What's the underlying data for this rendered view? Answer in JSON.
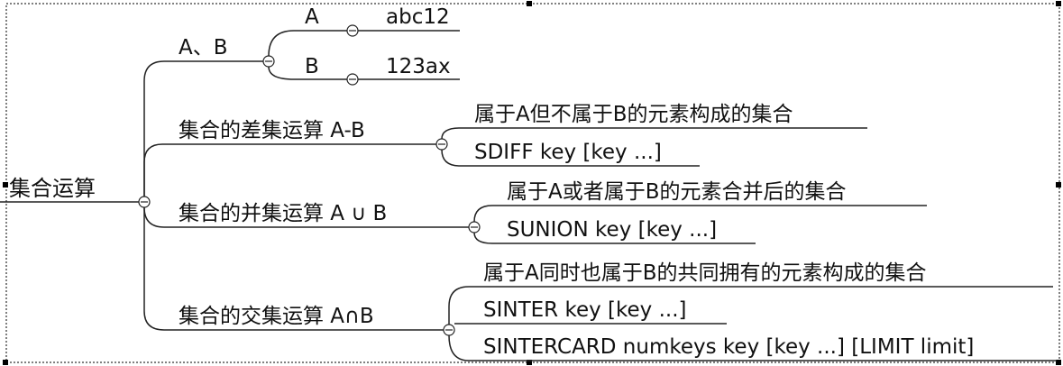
{
  "mindmap": {
    "root": {
      "label": "集合运算"
    },
    "branches": [
      {
        "label": "A、B",
        "children": [
          {
            "label": "A",
            "children": [
              {
                "label": "abc12"
              }
            ]
          },
          {
            "label": "B",
            "children": [
              {
                "label": "123ax"
              }
            ]
          }
        ]
      },
      {
        "label": "集合的差集运算 A-B",
        "children": [
          {
            "label": "属于A但不属于B的元素构成的集合"
          },
          {
            "label": "SDIFF key [key ...]"
          }
        ]
      },
      {
        "label": "集合的并集运算 A ∪ B",
        "children": [
          {
            "label": "属于A或者属于B的元素合并后的集合"
          },
          {
            "label": "SUNION key [key ...]"
          }
        ]
      },
      {
        "label": "集合的交集运算 A∩B",
        "children": [
          {
            "label": "属于A同时也属于B的共同拥有的元素构成的集合"
          },
          {
            "label": "SINTER key [key ...]"
          },
          {
            "label": "SINTERCARD numkeys key [key ...] [LIMIT limit]"
          }
        ]
      }
    ],
    "collapse_glyph": "⊖",
    "colors": {
      "line": "#222222",
      "selection_border": "#000000"
    }
  }
}
